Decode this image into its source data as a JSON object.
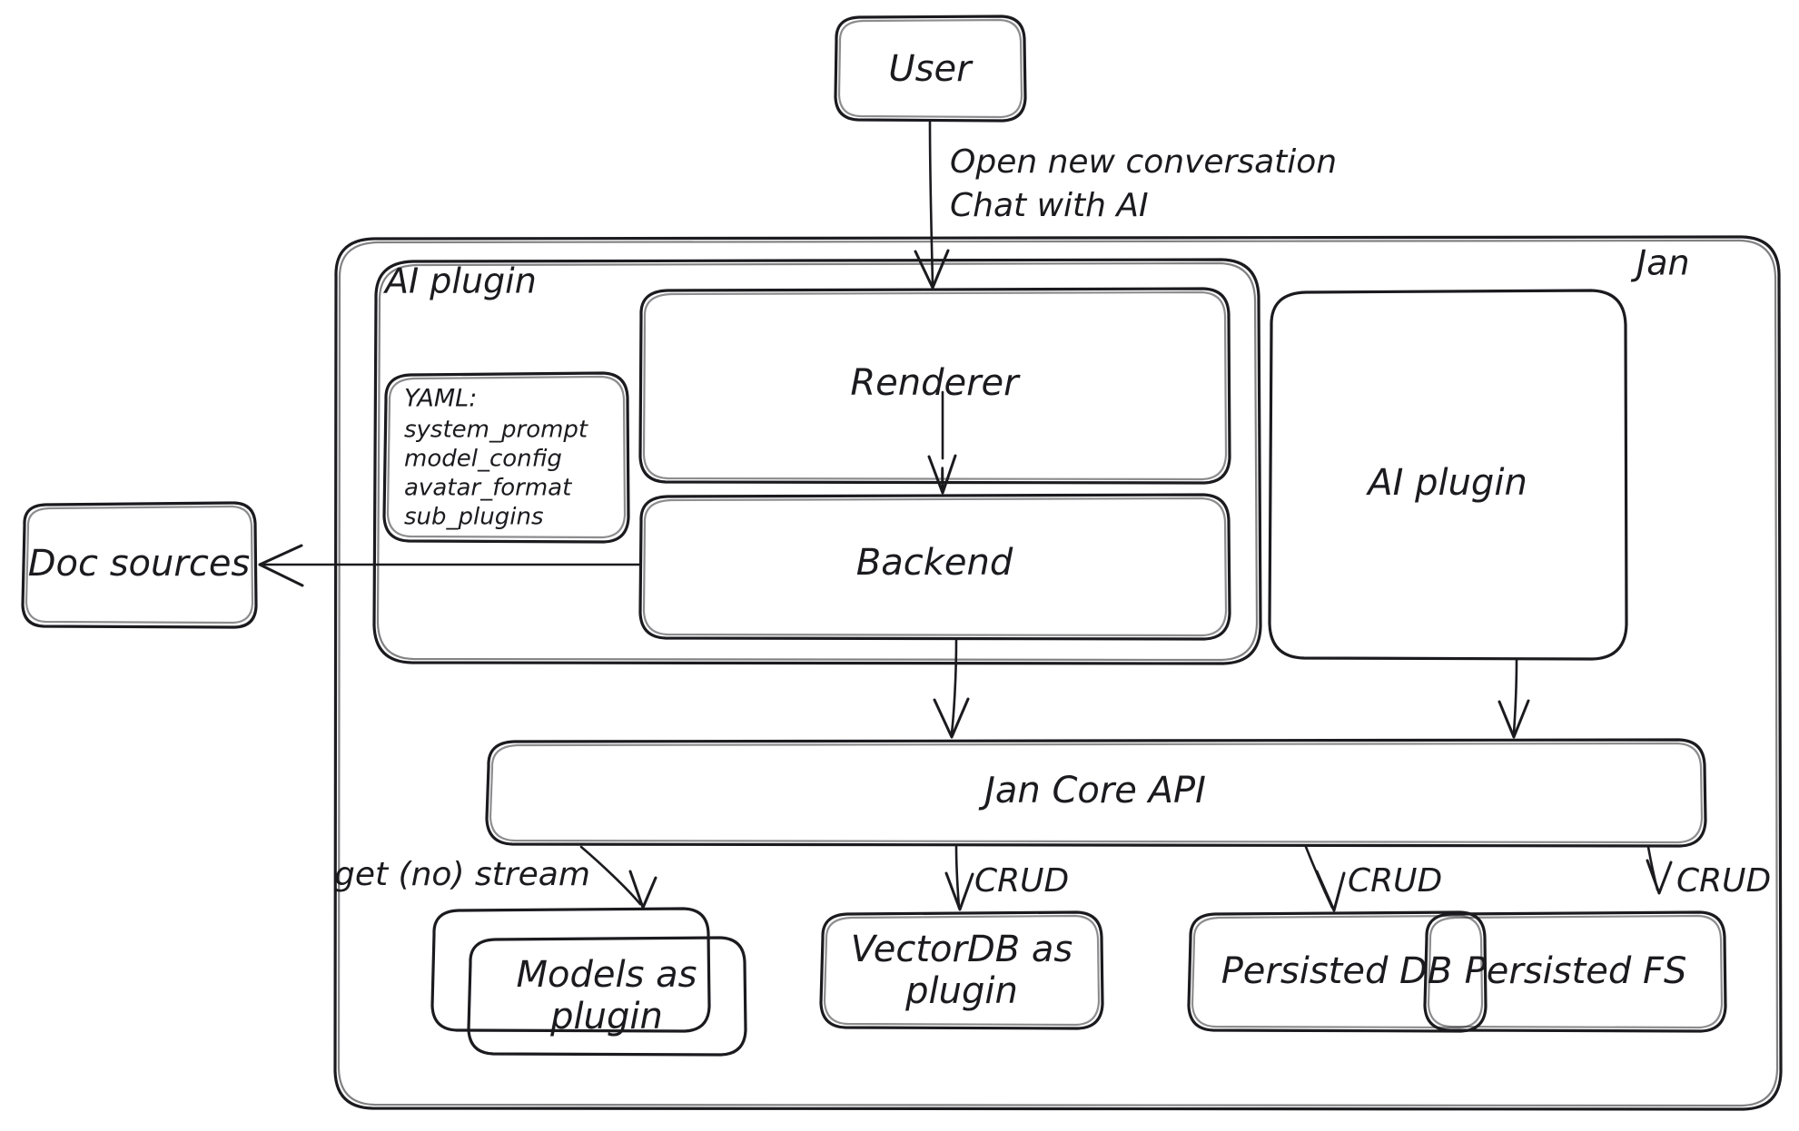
{
  "diagram": {
    "title": "Jan architecture diagram",
    "style": "hand-drawn",
    "stroke_color": "#1b1b1f",
    "background_color": "#ffffff",
    "containers": [
      {
        "id": "jan",
        "label": "Jan",
        "label_position": "top-right"
      },
      {
        "id": "ai-plugin-group",
        "label": "AI plugin",
        "label_position": "top-left"
      }
    ],
    "nodes": {
      "user": "User",
      "renderer": "Renderer",
      "backend": "Backend",
      "ai_plugin_right": "AI plugin",
      "doc_sources": "Doc sources",
      "jan_core_api": "Jan Core API",
      "models_plugin": {
        "line1": "Models as",
        "line2": "plugin"
      },
      "vectordb_plugin": {
        "line1": "VectorDB as",
        "line2": "plugin"
      },
      "persisted_db": "Persisted DB",
      "persisted_fs": "Persisted FS"
    },
    "yaml_card": {
      "heading": "YAML:",
      "items": [
        "system_prompt",
        "model_config",
        "avatar_format",
        "sub_plugins"
      ]
    },
    "edge_labels": {
      "user_to_renderer_line1": "Open new conversation",
      "user_to_renderer_line2": "Chat with AI",
      "core_to_models": "get (no) stream",
      "core_to_vectordb": "CRUD",
      "core_to_persisted_db": "CRUD",
      "core_to_persisted_fs": "CRUD"
    }
  }
}
